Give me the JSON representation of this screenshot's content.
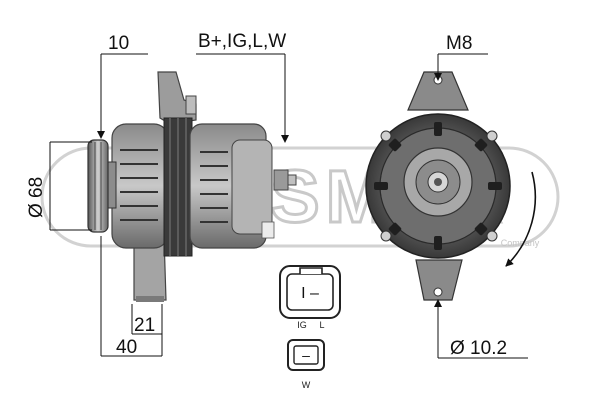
{
  "watermark": {
    "brand": "MESSMER",
    "tagline": "Company"
  },
  "dimensions": {
    "pulley_width": "10",
    "terminals": "B+,IG,L,W",
    "mount_thread": "M8",
    "pulley_diameter": "Ø 68",
    "mount_offset": "21",
    "mount_distance": "40",
    "hole_diameter": "Ø 10.2"
  },
  "connectors": {
    "plug_a": {
      "symbol": "I –",
      "pin_ig": "IG",
      "pin_l": "L"
    },
    "plug_b": {
      "symbol": "–",
      "label": "W"
    }
  },
  "rotation": "clockwise"
}
